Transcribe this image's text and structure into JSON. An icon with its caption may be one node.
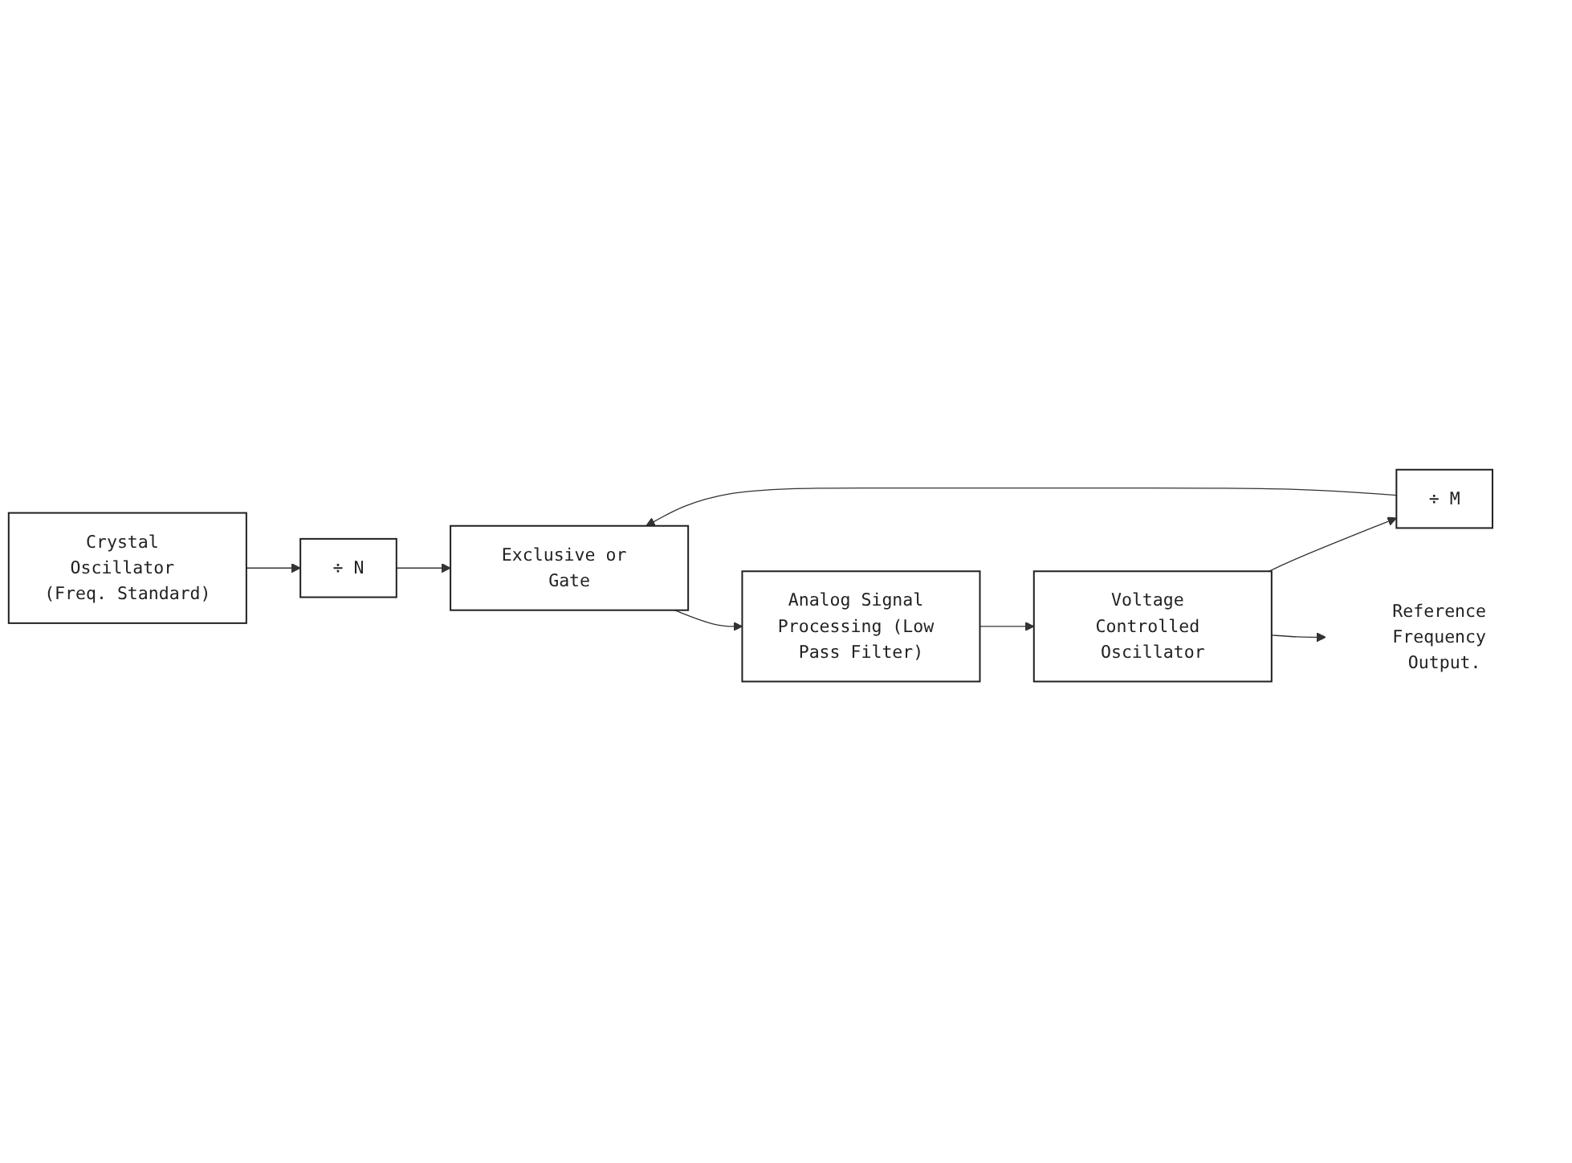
{
  "diagram": {
    "nodes": [
      {
        "text": [
          "Crystal Oscillator (Freq. Standard)"
        ]
      },
      {
        "text": [
          "÷ N"
        ]
      },
      {
        "text": [
          "Exclusive or Gate"
        ]
      },
      {
        "text": [
          "Voltage Controlled Oscillator"
        ]
      },
      {
        "text": [
          "÷ M"
        ]
      },
      {
        "text": [
          "Reference Frequency Output."
        ]
      },
      {
        "text": [
          "Analog Signal Processing (Low Pass Filter)"
        ]
      }
    ],
    "edges": [
      {
        "from": 0,
        "to": 1,
        "arrow": "to"
      },
      {
        "from": 1,
        "to": 2,
        "arrow": "to"
      },
      {
        "from": 4,
        "to": 2,
        "arrow": "to"
      },
      {
        "from": 3,
        "to": 4,
        "arrow": "to"
      },
      {
        "from": 3,
        "to": 5,
        "arrow": "to"
      },
      {
        "from": 2,
        "to": 6,
        "arrow": "to"
      },
      {
        "from": 6,
        "to": 3,
        "arrow": "to"
      }
    ]
  }
}
